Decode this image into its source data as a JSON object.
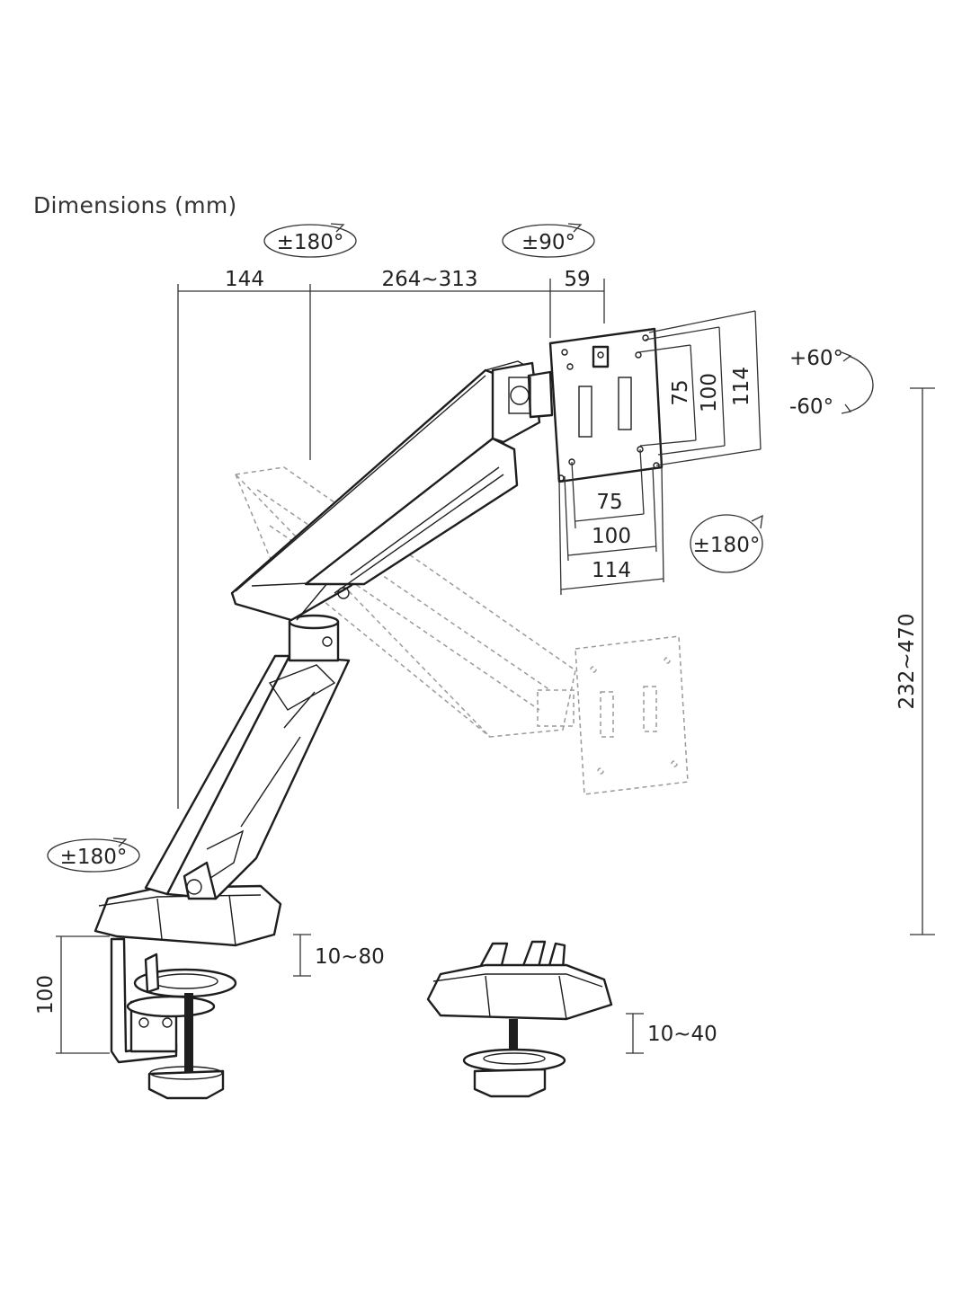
{
  "title": "Dimensions (mm)",
  "colors": {
    "line": "#1e1e1e",
    "ghost": "#9a9a9a",
    "text": "#222222",
    "background": "#ffffff"
  },
  "rotations": {
    "base_swivel": "±180°",
    "arm_swivel": "±180°",
    "head_swivel": "±90°",
    "tilt_up": "+60°",
    "tilt_down": "-60°",
    "rotation": "±180°"
  },
  "dimensions": {
    "base_offset": "144",
    "arm_reach": "264~313",
    "head_depth": "59",
    "height_range": "232~470",
    "clamp_height": "100",
    "clamp_range": "10~80",
    "grommet_range": "10~40",
    "vesa_h_75": "75",
    "vesa_h_100": "100",
    "vesa_h_114": "114",
    "vesa_v_75": "75",
    "vesa_v_100": "100",
    "vesa_v_114": "114"
  }
}
